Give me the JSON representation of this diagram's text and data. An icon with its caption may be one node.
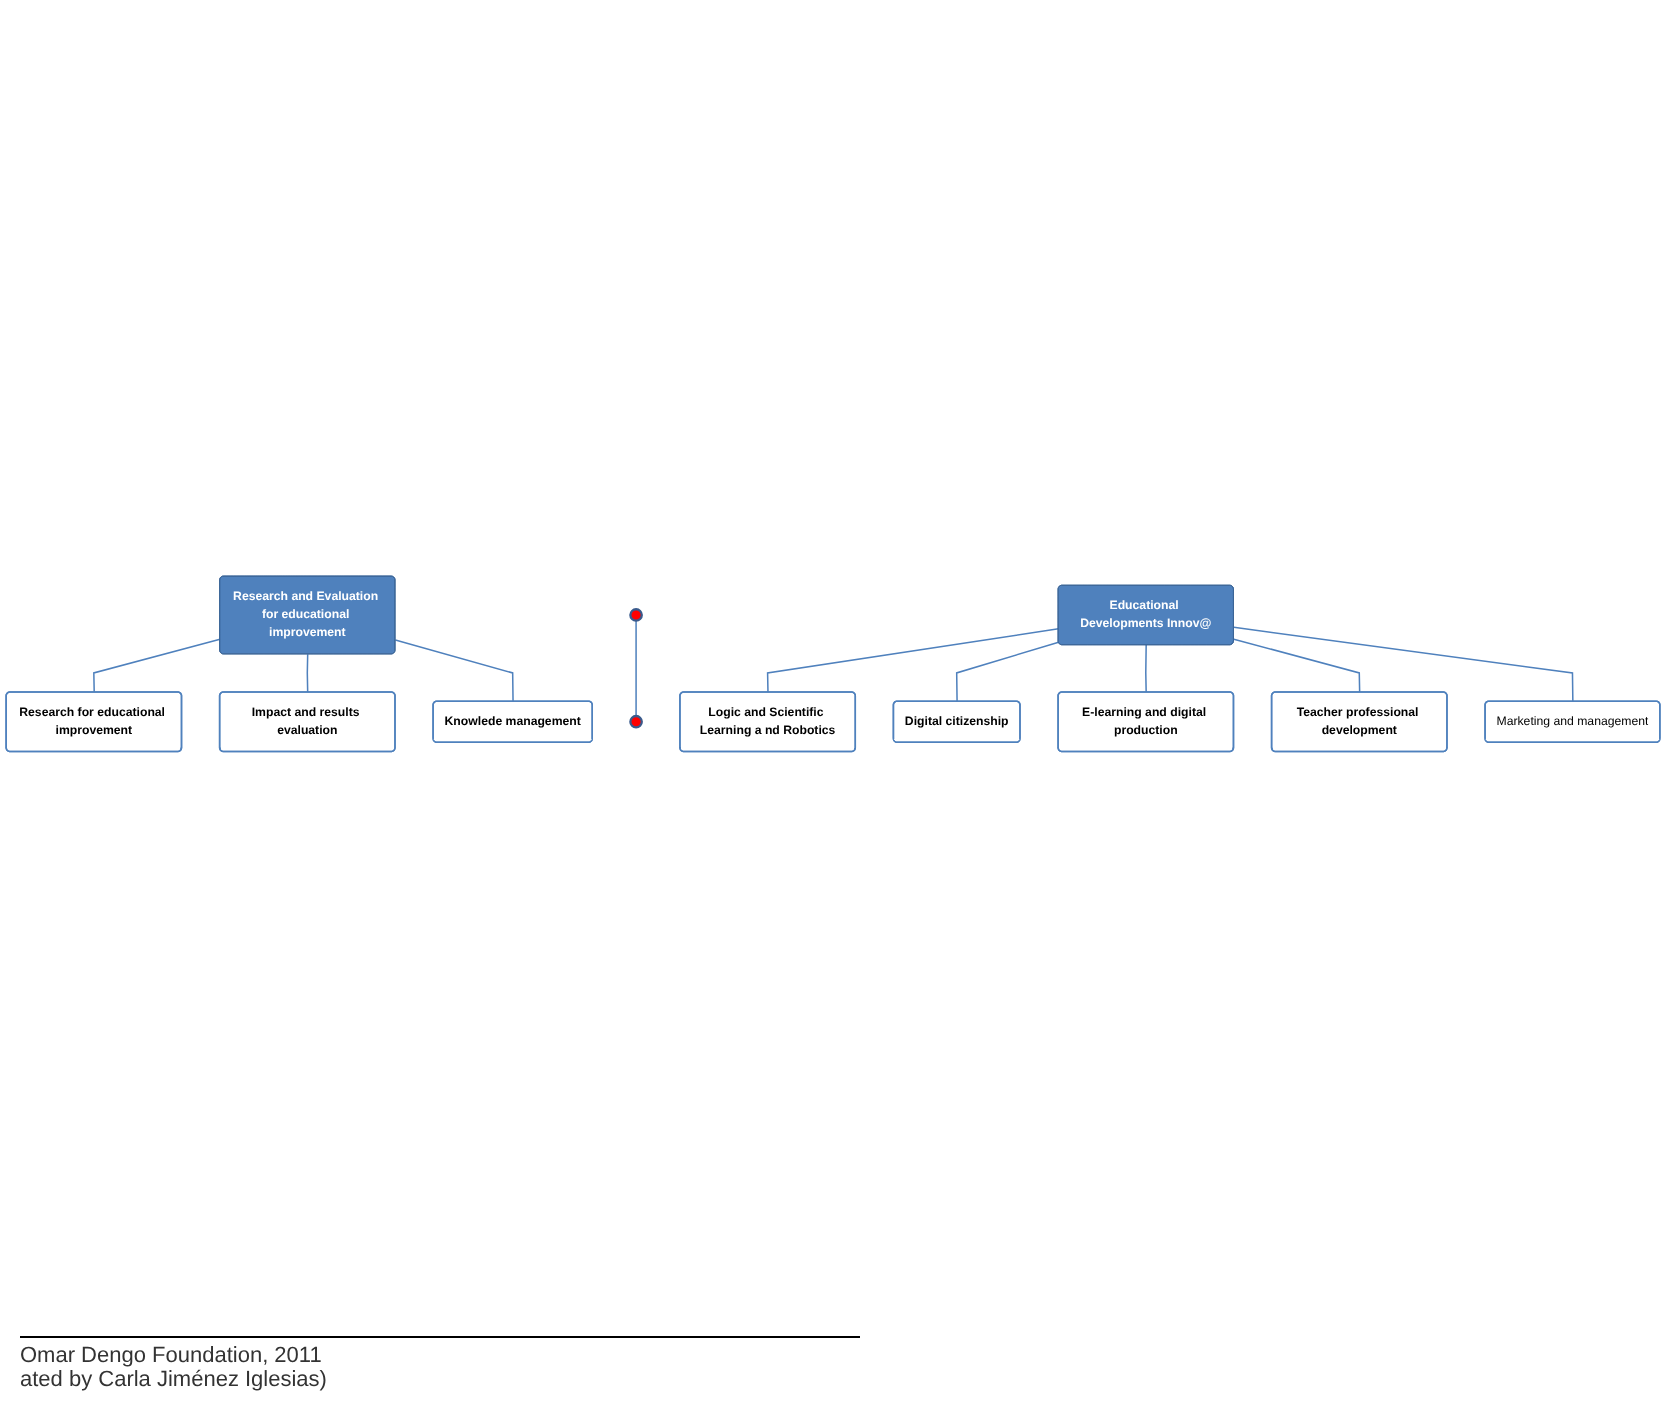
{
  "diagram": {
    "nodes": [
      {
        "text": [
          "Research and Evaluation for educational improvement"
        ]
      },
      {
        "text": [
          "Research for educational improvement"
        ]
      },
      {
        "text": [
          "Impact and results evaluation"
        ]
      },
      {
        "text": [
          "Knowlede management"
        ]
      },
      {
        "text": [],
        "shape": "circle"
      },
      {
        "text": [],
        "shape": "circle"
      },
      {
        "text": [
          "Educational Developments Innov@"
        ]
      },
      {
        "text": [
          "Logic and Scientific Learning a nd Robotics"
        ]
      },
      {
        "text": [
          "Digital citizenship"
        ]
      },
      {
        "text": [
          "E-learning and digital production"
        ]
      },
      {
        "text": [
          "Teacher professional development"
        ]
      },
      {
        "text": [
          "Marketing and management"
        ]
      }
    ],
    "edges": [
      {
        "from": 4,
        "to": 5,
        "arrow": "none"
      },
      {
        "from": 0,
        "to": 1,
        "arrow": "none"
      },
      {
        "from": 0,
        "to": 2,
        "arrow": "none"
      },
      {
        "from": 0,
        "to": 3,
        "arrow": "none"
      },
      {
        "from": 6,
        "to": 7,
        "arrow": "none"
      },
      {
        "from": 6,
        "to": 8,
        "arrow": "none"
      },
      {
        "from": 6,
        "to": 9,
        "arrow": "none"
      },
      {
        "from": 6,
        "to": 10,
        "arrow": "none"
      },
      {
        "from": 6,
        "to": 11,
        "arrow": "none"
      }
    ],
    "labels": [
      "Omar Dengo Foundation, 2011",
      "ated by Carla Jiménez Iglesias)"
    ]
  }
}
